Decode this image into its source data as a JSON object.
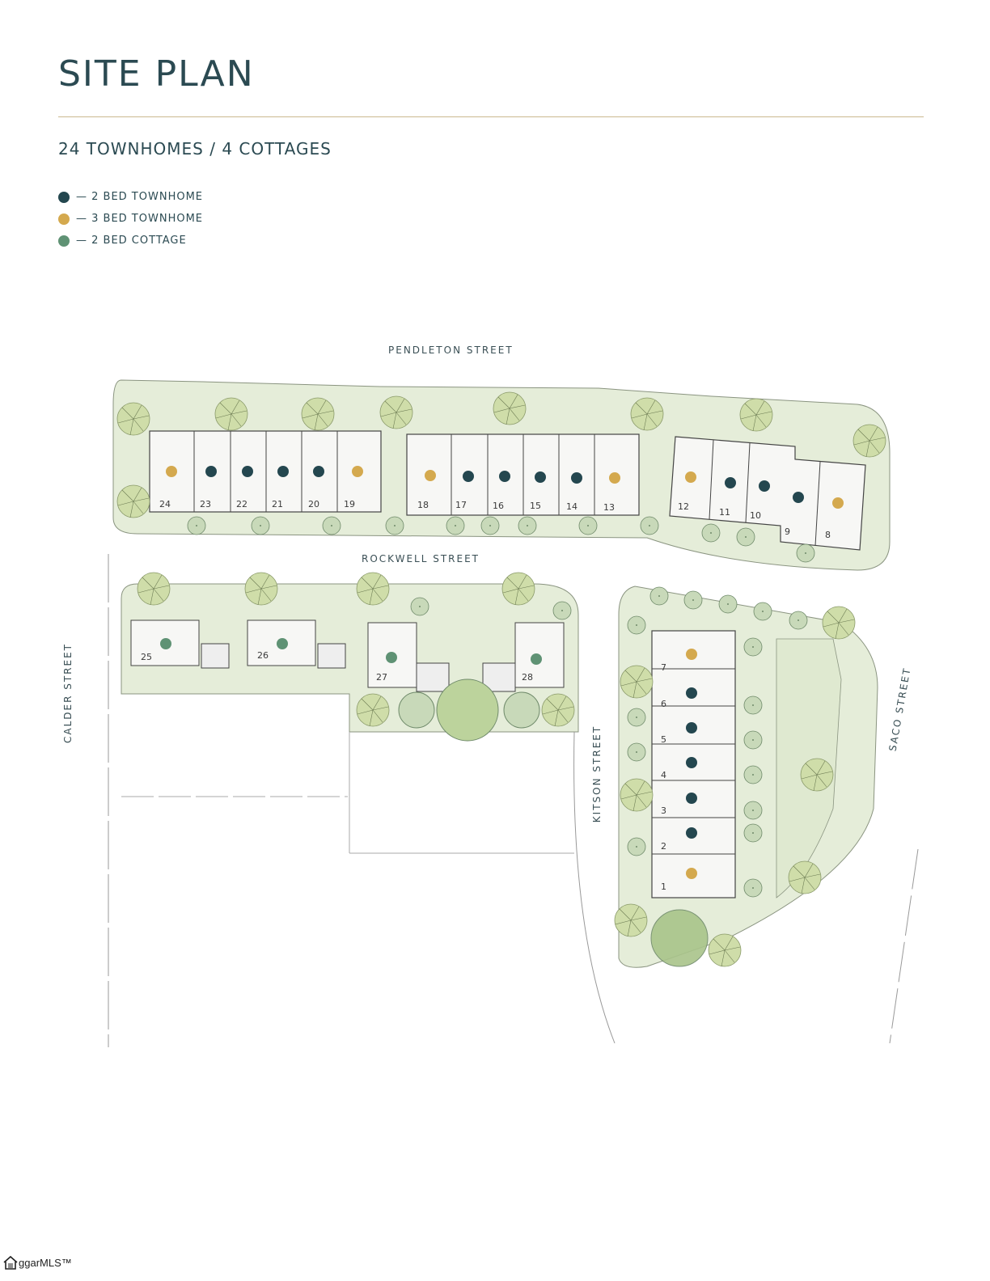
{
  "header": {
    "title": "SITE PLAN",
    "subtitle": "24 TOWNHOMES / 4 COTTAGES"
  },
  "legend": [
    {
      "label": "— 2 BED TOWNHOME",
      "color": "#24474f",
      "type": "2bed-townhome"
    },
    {
      "label": "— 3 BED TOWNHOME",
      "color": "#d4a94e",
      "type": "3bed-townhome"
    },
    {
      "label": "— 2 BED COTTAGE",
      "color": "#5f9274",
      "type": "2bed-cottage"
    }
  ],
  "streets": {
    "pendleton": "PENDLETON STREET",
    "rockwell": "ROCKWELL STREET",
    "calder": "CALDER STREET",
    "kitson": "KITSON STREET",
    "saco": "SACO STREET"
  },
  "units": [
    {
      "number": "1",
      "type": "3bed-townhome"
    },
    {
      "number": "2",
      "type": "2bed-townhome"
    },
    {
      "number": "3",
      "type": "2bed-townhome"
    },
    {
      "number": "4",
      "type": "2bed-townhome"
    },
    {
      "number": "5",
      "type": "2bed-townhome"
    },
    {
      "number": "6",
      "type": "2bed-townhome"
    },
    {
      "number": "7",
      "type": "3bed-townhome"
    },
    {
      "number": "8",
      "type": "3bed-townhome"
    },
    {
      "number": "9",
      "type": "2bed-townhome"
    },
    {
      "number": "10",
      "type": "2bed-townhome"
    },
    {
      "number": "11",
      "type": "2bed-townhome"
    },
    {
      "number": "12",
      "type": "3bed-townhome"
    },
    {
      "number": "13",
      "type": "3bed-townhome"
    },
    {
      "number": "14",
      "type": "2bed-townhome"
    },
    {
      "number": "15",
      "type": "2bed-townhome"
    },
    {
      "number": "16",
      "type": "2bed-townhome"
    },
    {
      "number": "17",
      "type": "2bed-townhome"
    },
    {
      "number": "18",
      "type": "3bed-townhome"
    },
    {
      "number": "19",
      "type": "3bed-townhome"
    },
    {
      "number": "20",
      "type": "2bed-townhome"
    },
    {
      "number": "21",
      "type": "2bed-townhome"
    },
    {
      "number": "22",
      "type": "2bed-townhome"
    },
    {
      "number": "23",
      "type": "2bed-townhome"
    },
    {
      "number": "24",
      "type": "3bed-townhome"
    },
    {
      "number": "25",
      "type": "2bed-cottage"
    },
    {
      "number": "26",
      "type": "2bed-cottage"
    },
    {
      "number": "27",
      "type": "2bed-cottage"
    },
    {
      "number": "28",
      "type": "2bed-cottage"
    }
  ],
  "colors": {
    "title": "#2b4a52",
    "rule": "#cbb98f",
    "landscape": "#e3ecd5",
    "tree": "#c9d9a6",
    "building": "#f6f6f4"
  },
  "footer": {
    "watermark": "ggarMLS™"
  }
}
